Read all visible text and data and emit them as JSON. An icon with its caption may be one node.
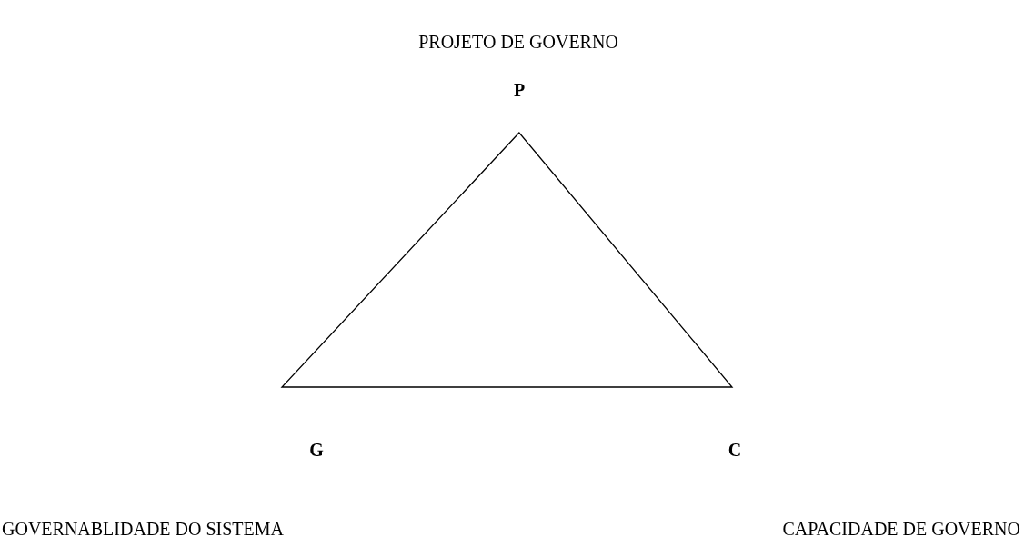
{
  "diagram": {
    "nodes": [
      {
        "text": [],
        "shape": "triangle"
      }
    ],
    "labels": [
      "PROJETO DE GOVERNO",
      "P",
      "G",
      "C",
      "GOVERNABLIDADE DO SISTEMA",
      "CAPACIDADE DE GOVERNO"
    ]
  }
}
